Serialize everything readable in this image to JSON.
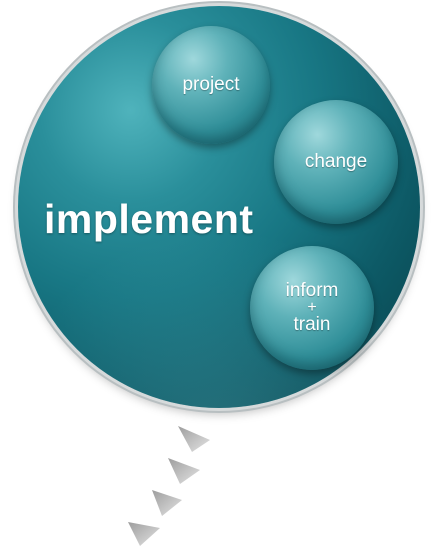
{
  "diagram": {
    "main_label": "implement",
    "bubbles": [
      {
        "lines": [
          "project"
        ]
      },
      {
        "lines": [
          "change"
        ]
      },
      {
        "lines": [
          "inform",
          "+",
          "train"
        ]
      }
    ],
    "colors": {
      "main_circle": "#187784",
      "bubble": "#3f9ba4",
      "ring": "#c8cdcf",
      "arrow": "#c7c7c7"
    },
    "arrow_count": 4
  }
}
